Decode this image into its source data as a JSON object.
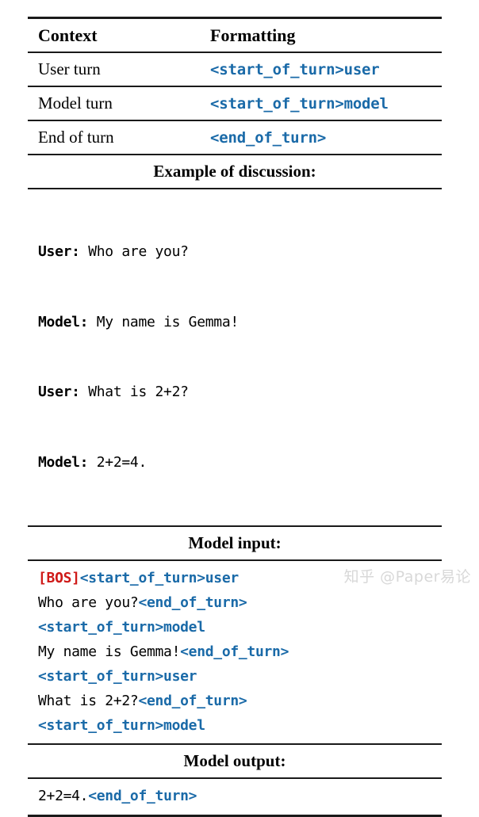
{
  "table": {
    "header": {
      "context": "Context",
      "formatting": "Formatting"
    },
    "rows": [
      {
        "context": "User turn",
        "formatting": "<start_of_turn>user"
      },
      {
        "context": "Model turn",
        "formatting": "<start_of_turn>model"
      },
      {
        "context": "End of turn",
        "formatting": "<end_of_turn>"
      }
    ],
    "sections": {
      "example_title": "Example of discussion:",
      "model_input_title": "Model input:",
      "model_output_title": "Model output:"
    },
    "example_lines": [
      {
        "speaker": "User:",
        "text": " Who are you?"
      },
      {
        "speaker": "Model:",
        "text": " My name is Gemma!"
      },
      {
        "speaker": "User:",
        "text": " What is 2+2?"
      },
      {
        "speaker": "Model:",
        "text": " 2+2=4."
      }
    ],
    "model_input_lines": [
      {
        "segments": [
          {
            "kind": "bos",
            "text": "[BOS]"
          },
          {
            "kind": "token",
            "text": "<start_of_turn>user"
          }
        ]
      },
      {
        "segments": [
          {
            "kind": "plain",
            "text": "Who are you?"
          },
          {
            "kind": "token",
            "text": "<end_of_turn>"
          }
        ]
      },
      {
        "segments": [
          {
            "kind": "token",
            "text": "<start_of_turn>model"
          }
        ]
      },
      {
        "segments": [
          {
            "kind": "plain",
            "text": "My name is Gemma!"
          },
          {
            "kind": "token",
            "text": "<end_of_turn>"
          }
        ]
      },
      {
        "segments": [
          {
            "kind": "token",
            "text": "<start_of_turn>user"
          }
        ]
      },
      {
        "segments": [
          {
            "kind": "plain",
            "text": "What is 2+2?"
          },
          {
            "kind": "token",
            "text": "<end_of_turn>"
          }
        ]
      },
      {
        "segments": [
          {
            "kind": "token",
            "text": "<start_of_turn>model"
          }
        ]
      }
    ],
    "model_output_lines": [
      {
        "segments": [
          {
            "kind": "plain",
            "text": "2+2=4."
          },
          {
            "kind": "token",
            "text": "<end_of_turn>"
          }
        ]
      }
    ]
  },
  "watermark": {
    "text": "知乎 @Paper易论"
  },
  "colors": {
    "token_blue": "#1a6aa8",
    "bos_red": "#cf1a18",
    "rule": "#1a1a1a",
    "watermark": "#d8d8d8"
  }
}
